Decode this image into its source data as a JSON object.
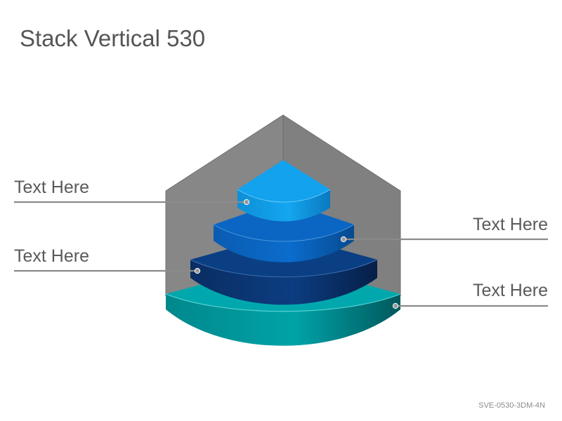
{
  "title": "Stack Vertical 530",
  "code": "SVE-0530-3DM-4N",
  "labels": {
    "left_top": "Text Here",
    "left_bottom": "Text Here",
    "right_top": "Text Here",
    "right_bottom": "Text Here"
  },
  "colors": {
    "wall": "#878787",
    "tier1": "#00a8ad",
    "tier2": "#0b3f84",
    "tier3": "#0a66c2",
    "tier4": "#12a2ee",
    "leader": "#8a8a8a"
  }
}
